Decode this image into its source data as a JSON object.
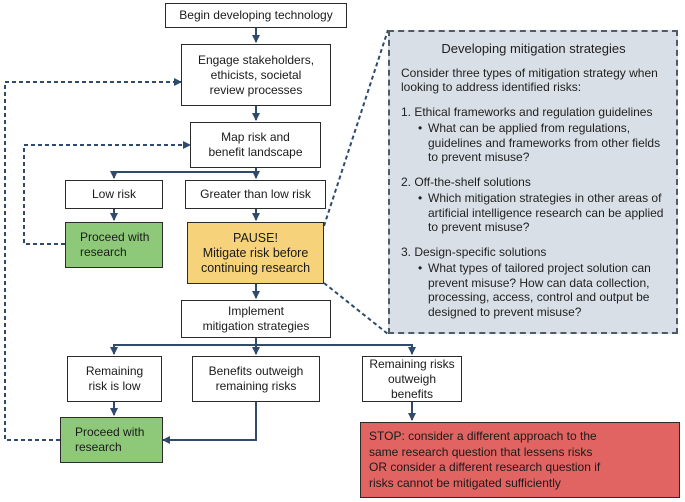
{
  "colors": {
    "green": "#8ec97a",
    "pause": "#f6d27a",
    "stop": "#e26462",
    "panel": "#d9dfe6",
    "line": "#2f4a6a"
  },
  "boxes": {
    "begin": "Begin developing technology",
    "engage": "Engage stakeholders,\nethicists, societal\nreview processes",
    "map": "Map risk and\nbenefit landscape",
    "low_risk": "Low risk",
    "greater_risk": "Greater than low risk",
    "proceed_top": "Proceed with\nresearch",
    "pause_title": "PAUSE!",
    "pause_text": "Mitigate risk before\ncontinuing research",
    "implement": "Implement\nmitigation strategies",
    "remaining_low": "Remaining\nrisk is low",
    "benefits_outweigh": "Benefits outweigh\nremaining risks",
    "risks_outweigh": "Remaining risks\noutweigh benefits",
    "proceed_bottom": "Proceed with\nresearch",
    "stop": "STOP: consider a different approach to the\nsame research question that lessens risks\nOR consider a different research question if\nrisks cannot be mitigated sufficiently"
  },
  "panel": {
    "title": "Developing mitigation strategies",
    "intro": "Consider three types of mitigation strategy when\nlooking to address identified risks:",
    "sections": [
      {
        "heading": "1. Ethical frameworks and regulation guidelines",
        "bullet": "What can be applied from regulations,\nguidelines and frameworks from other fields\nto prevent misuse?"
      },
      {
        "heading": "2. Off-the-shelf solutions",
        "bullet": "Which mitigation strategies in other areas of\nartificial intelligence research can be applied\nto prevent misuse?"
      },
      {
        "heading": "3. Design-specific solutions",
        "bullet": "What types of tailored project solution can\nprevent misuse? How can data collection,\nprocessing, access, control and output be\ndesigned to prevent misuse?"
      }
    ]
  }
}
